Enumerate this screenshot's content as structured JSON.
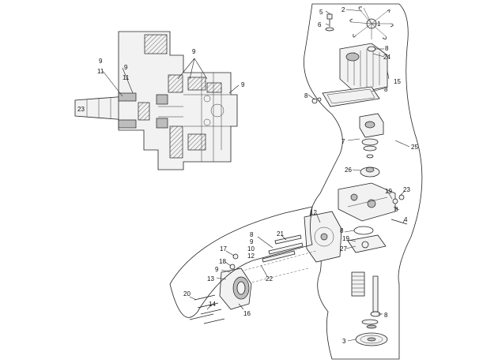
{
  "callouts": {
    "c2": "2",
    "c5": "5",
    "c6": "6",
    "c1": "1",
    "c8a": "8",
    "c24": "24",
    "c15": "15",
    "c8b": "8",
    "c8c": "8",
    "c7": "7",
    "c25": "25",
    "c26": "26",
    "c19a": "19",
    "c23": "23",
    "c8d": "8",
    "c4": "4",
    "c12": "12",
    "c8e": "8",
    "c19b": "19",
    "c27": "27",
    "c21": "21",
    "c8f": "8",
    "c9a": "9",
    "c10": "10",
    "c12b": "12",
    "c17": "17",
    "c18": "18",
    "c9b": "9",
    "c13": "13",
    "c22": "22",
    "c20": "20",
    "c14": "14",
    "c16": "16",
    "c8g": "8",
    "c3": "3"
  },
  "section_callouts": {
    "s9a": "9",
    "s11a": "11",
    "s9b": "9",
    "s11b": "11",
    "s9c": "9",
    "s9d": "9",
    "s23": "23"
  }
}
